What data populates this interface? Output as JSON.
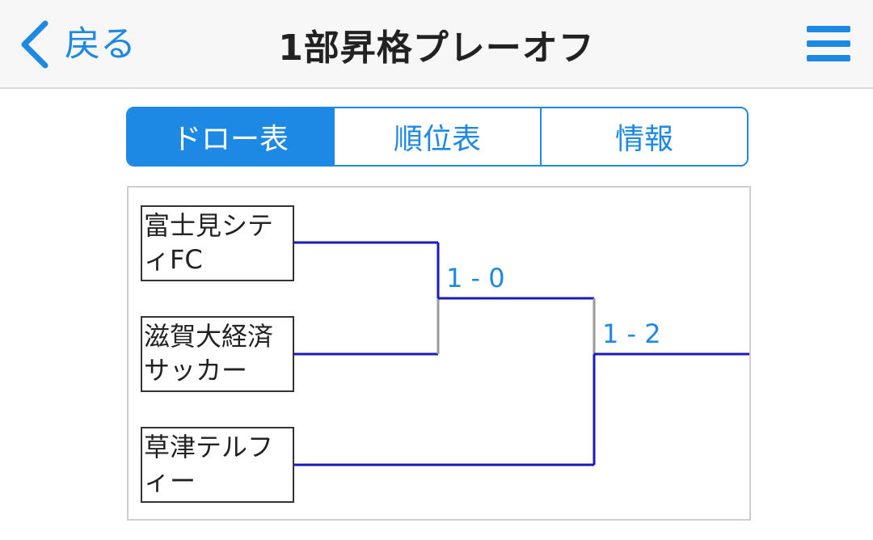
{
  "header": {
    "back_label": "戻る",
    "title": "1部昇格プレーオフ",
    "back_icon": "chevron-left-icon",
    "menu_icon": "hamburger-menu-icon"
  },
  "tabs": [
    {
      "label": "ドロー表",
      "active": true
    },
    {
      "label": "順位表",
      "active": false
    },
    {
      "label": "情報",
      "active": false
    }
  ],
  "bracket": {
    "teams": [
      "富士見シティFC",
      "滋賀大経済サッカー",
      "草津テルフィー"
    ],
    "round1_score": "1 - 0",
    "final_score": "1 - 2"
  },
  "colors": {
    "accent": "#1e88e5",
    "line_winner": "#1a1ab8",
    "line_loser": "#9a9a9a"
  }
}
